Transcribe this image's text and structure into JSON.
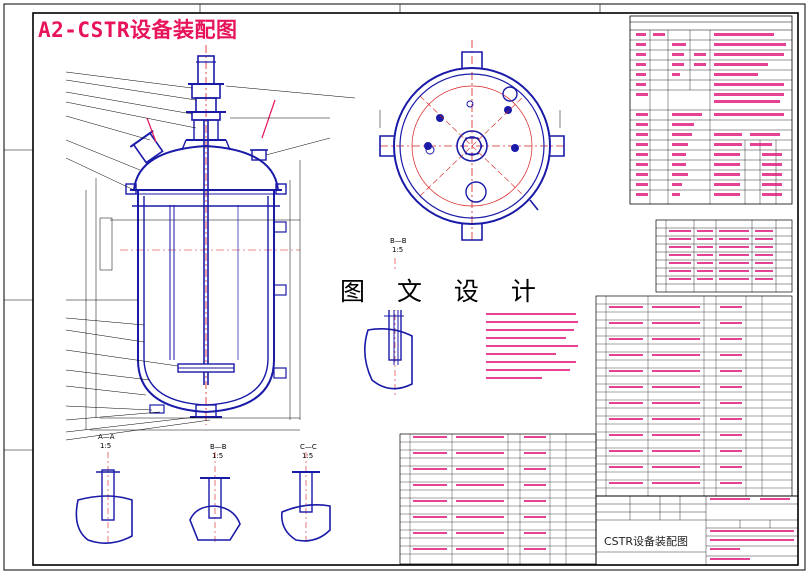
{
  "drawing": {
    "title": "A2-CSTR设备装配图",
    "watermark": "图 文 设 计",
    "title_block_name": "CSTR设备装配图",
    "section_labels": {
      "aa": "A—A",
      "aa_scale": "1:5",
      "bb": "B—B",
      "bb_scale": "1:5",
      "cc": "C—C",
      "cc_scale": "1:5",
      "bb_right": "B—B",
      "bb_right_scale": "1:5"
    },
    "colors": {
      "outline": "#1a1aa8",
      "centerline": "#d81f1f",
      "table_text": "#e0147a",
      "border": "#000000",
      "accent": "#e8145a",
      "body_line": "#0a0a0a"
    }
  }
}
